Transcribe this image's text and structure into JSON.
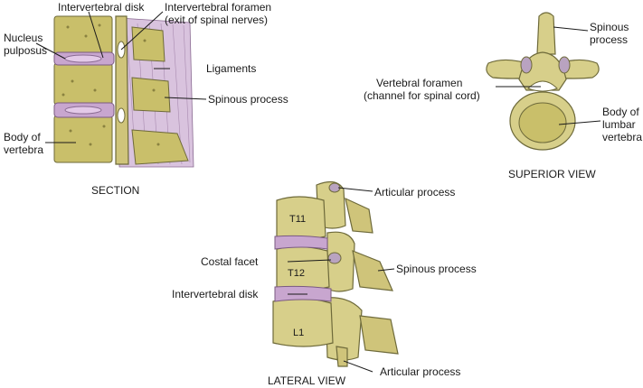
{
  "section": {
    "view_title": "SECTION",
    "labels": {
      "intervertebral_disk": "Intervertebral disk",
      "foramen_line1": "Intervertebral foramen",
      "foramen_line2": "(exit of spinal nerves)",
      "nucleus_line1": "Nucleus",
      "nucleus_line2": "pulposus",
      "ligaments": "Ligaments",
      "spinous_process": "Spinous process",
      "body_line1": "Body of",
      "body_line2": "vertebra"
    }
  },
  "superior": {
    "view_title": "SUPERIOR VIEW",
    "labels": {
      "spinous_line1": "Spinous",
      "spinous_line2": "process",
      "foramen_line1": "Vertebral foramen",
      "foramen_line2": "(channel for spinal cord)",
      "body_line1": "Body of",
      "body_line2": "lumbar",
      "body_line3": "vertebra"
    }
  },
  "lateral": {
    "view_title": "LATERAL VIEW",
    "labels": {
      "articular_top": "Articular process",
      "costal_facet": "Costal facet",
      "spinous_process": "Spinous process",
      "intervertebral_disk": "Intervertebral disk",
      "articular_bottom": "Articular process"
    },
    "segments": {
      "t11": "T11",
      "t12": "T12",
      "l1": "L1"
    }
  }
}
